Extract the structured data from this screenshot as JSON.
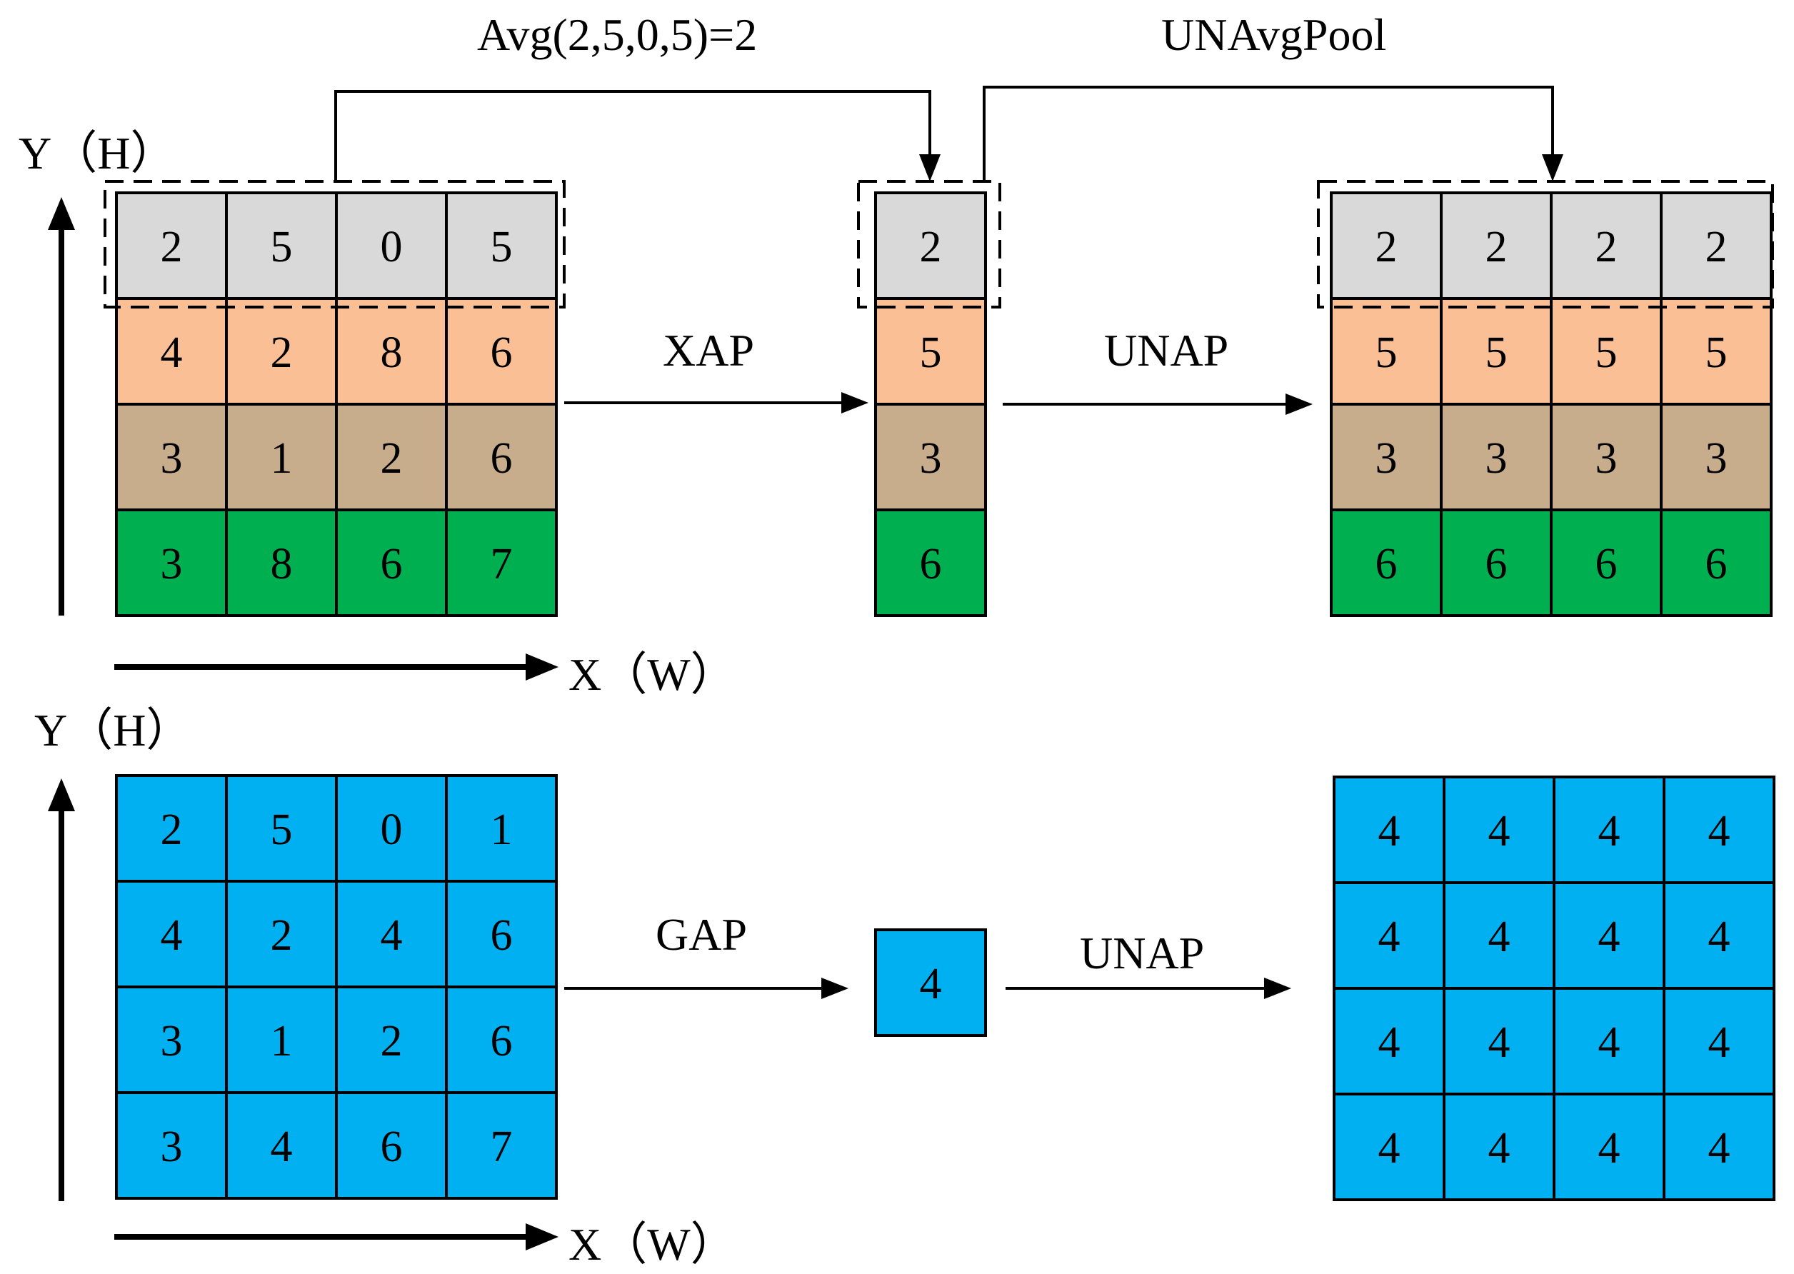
{
  "labels": {
    "avg_caption": "Avg(2,5,0,5)=2",
    "unavgpool_caption": "UNAvgPool",
    "xap": "XAP",
    "unap_top": "UNAP",
    "gap": "GAP",
    "unap_bottom": "UNAP",
    "y_axis_top": "Y（H）",
    "x_axis_top": "X（W）",
    "y_axis_bottom": "Y（H）",
    "x_axis_bottom": "X（W）"
  },
  "colors": {
    "row_gray": "#d9d9d9",
    "row_orange": "#fbbf96",
    "row_tan": "#c8ad8c",
    "row_green": "#00b050",
    "blue": "#00b0f0",
    "line": "#000000"
  },
  "xap_panel": {
    "input_grid": [
      [
        "2",
        "5",
        "0",
        "5"
      ],
      [
        "4",
        "2",
        "8",
        "6"
      ],
      [
        "3",
        "1",
        "2",
        "6"
      ],
      [
        "3",
        "8",
        "6",
        "7"
      ]
    ],
    "row_colors": [
      "row_gray",
      "row_orange",
      "row_tan",
      "row_green"
    ],
    "pooled_column": [
      "2",
      "5",
      "3",
      "6"
    ],
    "output_grid": [
      [
        "2",
        "2",
        "2",
        "2"
      ],
      [
        "5",
        "5",
        "5",
        "5"
      ],
      [
        "3",
        "3",
        "3",
        "3"
      ],
      [
        "6",
        "6",
        "6",
        "6"
      ]
    ]
  },
  "gap_panel": {
    "input_grid": [
      [
        "2",
        "5",
        "0",
        "1"
      ],
      [
        "4",
        "2",
        "4",
        "6"
      ],
      [
        "3",
        "1",
        "2",
        "6"
      ],
      [
        "3",
        "4",
        "6",
        "7"
      ]
    ],
    "pooled_value": "4",
    "output_grid": [
      [
        "4",
        "4",
        "4",
        "4"
      ],
      [
        "4",
        "4",
        "4",
        "4"
      ],
      [
        "4",
        "4",
        "4",
        "4"
      ],
      [
        "4",
        "4",
        "4",
        "4"
      ]
    ]
  }
}
